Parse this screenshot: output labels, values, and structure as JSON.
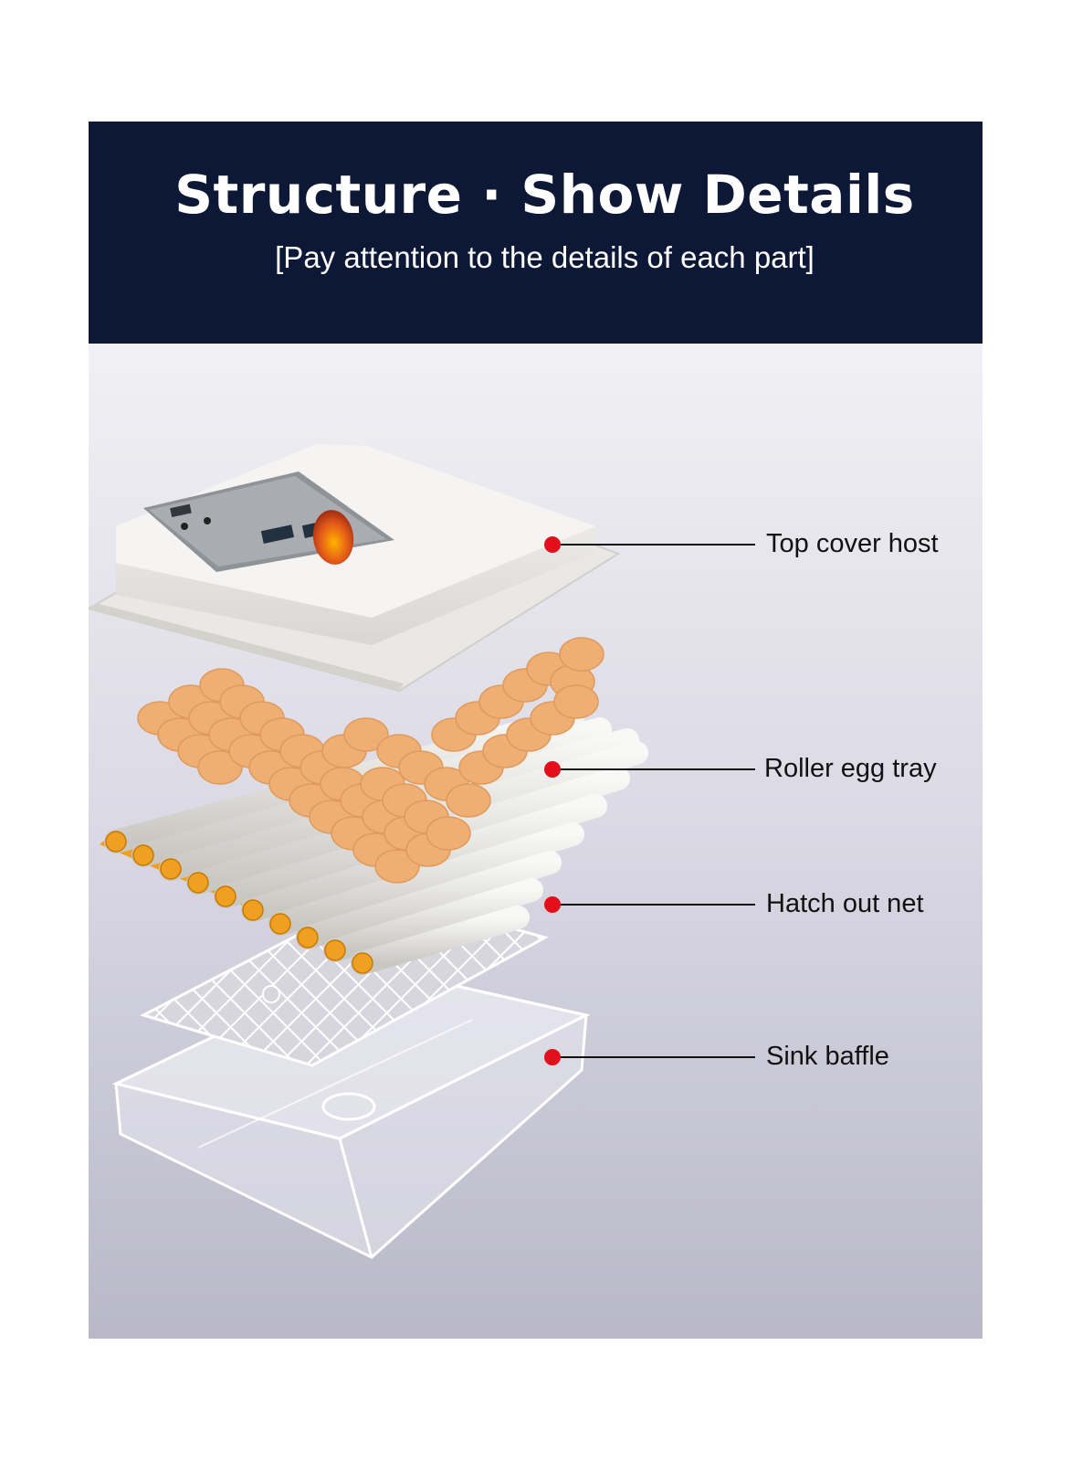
{
  "header": {
    "title": "Structure · Show Details",
    "subtitle": "[Pay attention to the details of each part]"
  },
  "parts": [
    {
      "label": "Top cover host"
    },
    {
      "label": "Roller egg tray"
    },
    {
      "label": "Hatch out net"
    },
    {
      "label": "Sink baffle"
    }
  ],
  "colors": {
    "header_bg": "#0c1836",
    "marker_dot": "#e3101c",
    "egg_cup": "#efae73",
    "roller_gear": "#f0a020"
  },
  "icons": [
    "incubator-top-cover-icon",
    "egg-cups-icon",
    "roller-tray-icon",
    "hatch-net-icon",
    "sink-tray-icon"
  ]
}
